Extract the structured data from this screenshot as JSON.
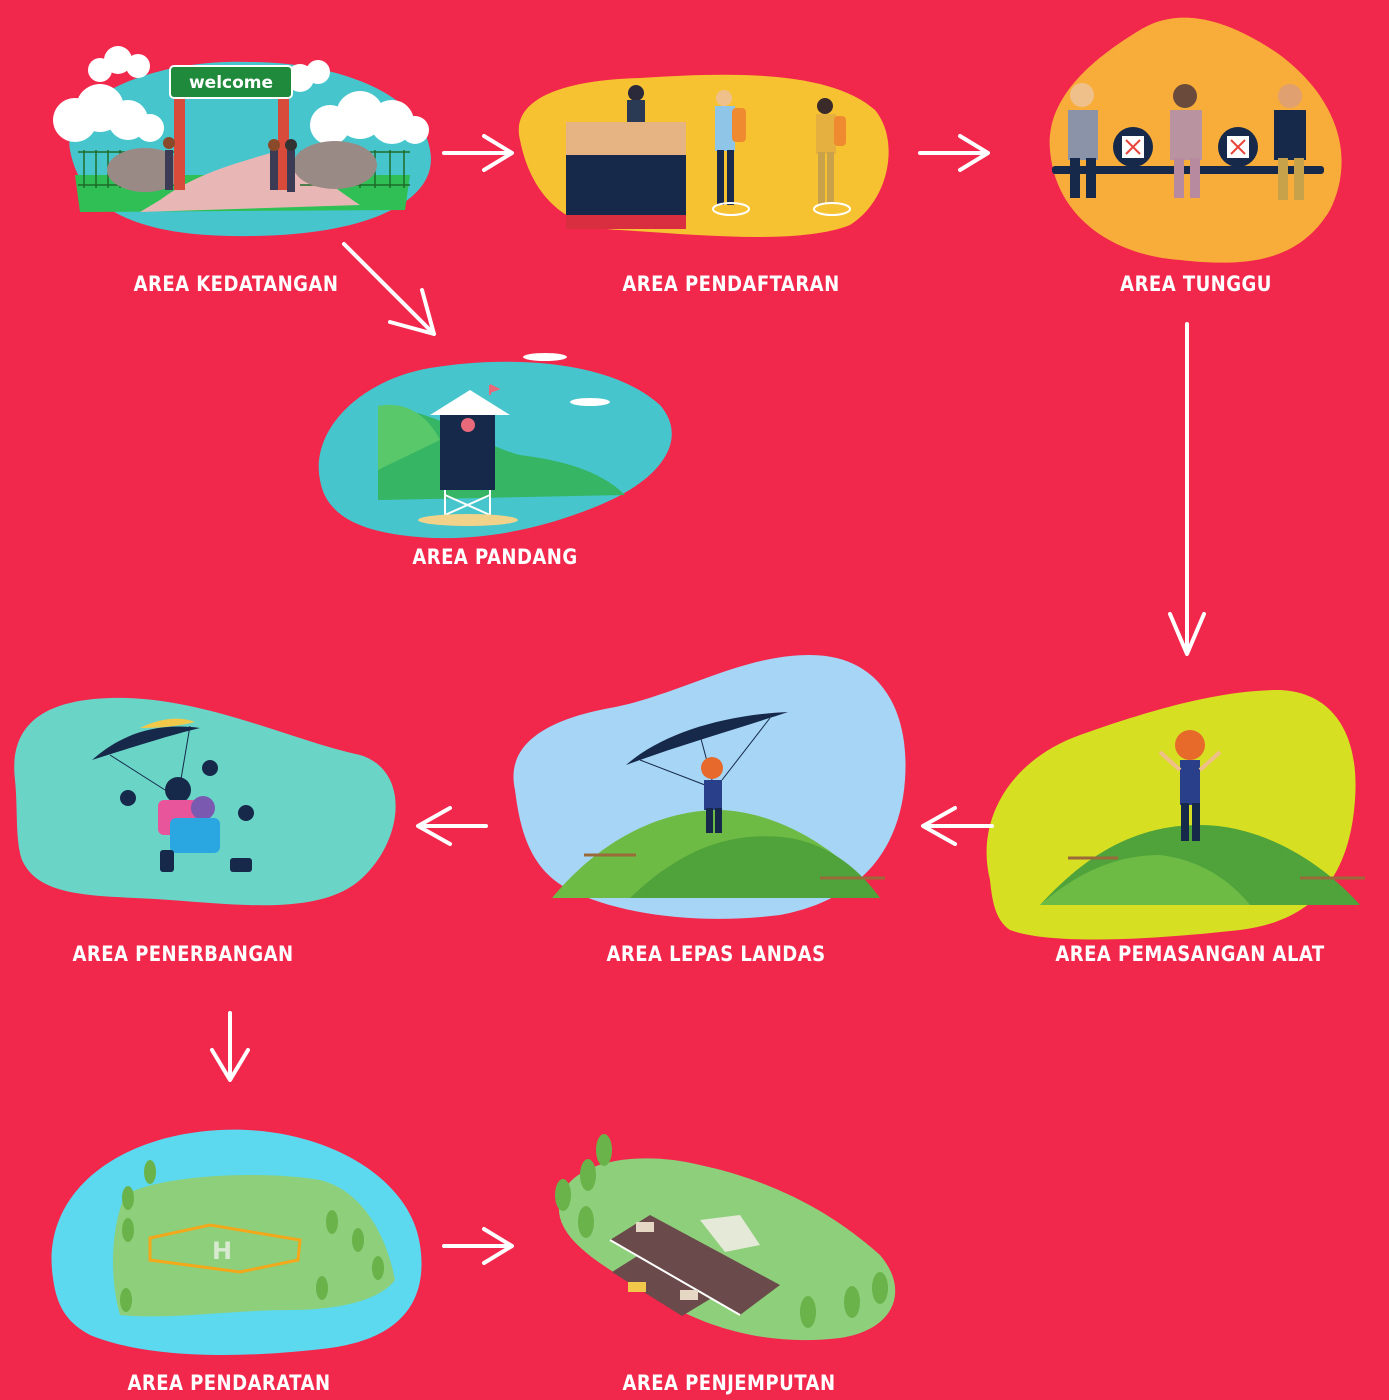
{
  "background_color": "#f2274c",
  "stations": [
    {
      "label": "AREA KEDATANGAN",
      "blob_color": "#46c6cc",
      "sign_text": "welcome",
      "icon": "welcome-gate-illustration"
    },
    {
      "label": "AREA PENDAFTARAN",
      "blob_color": "#f6c232",
      "icon": "registration-desk-illustration"
    },
    {
      "label": "AREA TUNGGU",
      "blob_color": "#f8ad3a",
      "icon": "waiting-bench-illustration"
    },
    {
      "label": "AREA PANDANG",
      "blob_color": "#46c6cc",
      "icon": "lookout-tower-illustration"
    },
    {
      "label": "AREA PEMASANGAN ALAT",
      "blob_color": "#d7df23",
      "icon": "harness-fitting-illustration"
    },
    {
      "label": "AREA LEPAS LANDAS",
      "blob_color": "#a6d5f5",
      "icon": "paraglider-takeoff-illustration"
    },
    {
      "label": "AREA PENERBANGAN",
      "blob_color": "#6ad5c7",
      "icon": "tandem-flight-illustration"
    },
    {
      "label": "AREA PENDARATAN",
      "blob_color": "#5cd9ef",
      "icon": "helipad-landing-illustration"
    },
    {
      "label": "AREA PENJEMPUTAN",
      "blob_color": "#8ecf7b",
      "icon": "pickup-road-illustration"
    }
  ],
  "flow_arrows": [
    {
      "from": "AREA KEDATANGAN",
      "to": "AREA PENDAFTARAN"
    },
    {
      "from": "AREA PENDAFTARAN",
      "to": "AREA TUNGGU"
    },
    {
      "from": "AREA KEDATANGAN",
      "to": "AREA PANDANG"
    },
    {
      "from": "AREA TUNGGU",
      "to": "AREA PEMASANGAN ALAT"
    },
    {
      "from": "AREA PEMASANGAN ALAT",
      "to": "AREA LEPAS LANDAS"
    },
    {
      "from": "AREA LEPAS LANDAS",
      "to": "AREA PENERBANGAN"
    },
    {
      "from": "AREA PENERBANGAN",
      "to": "AREA PENDARATAN"
    },
    {
      "from": "AREA PENDARATAN",
      "to": "AREA PENJEMPUTAN"
    }
  ]
}
